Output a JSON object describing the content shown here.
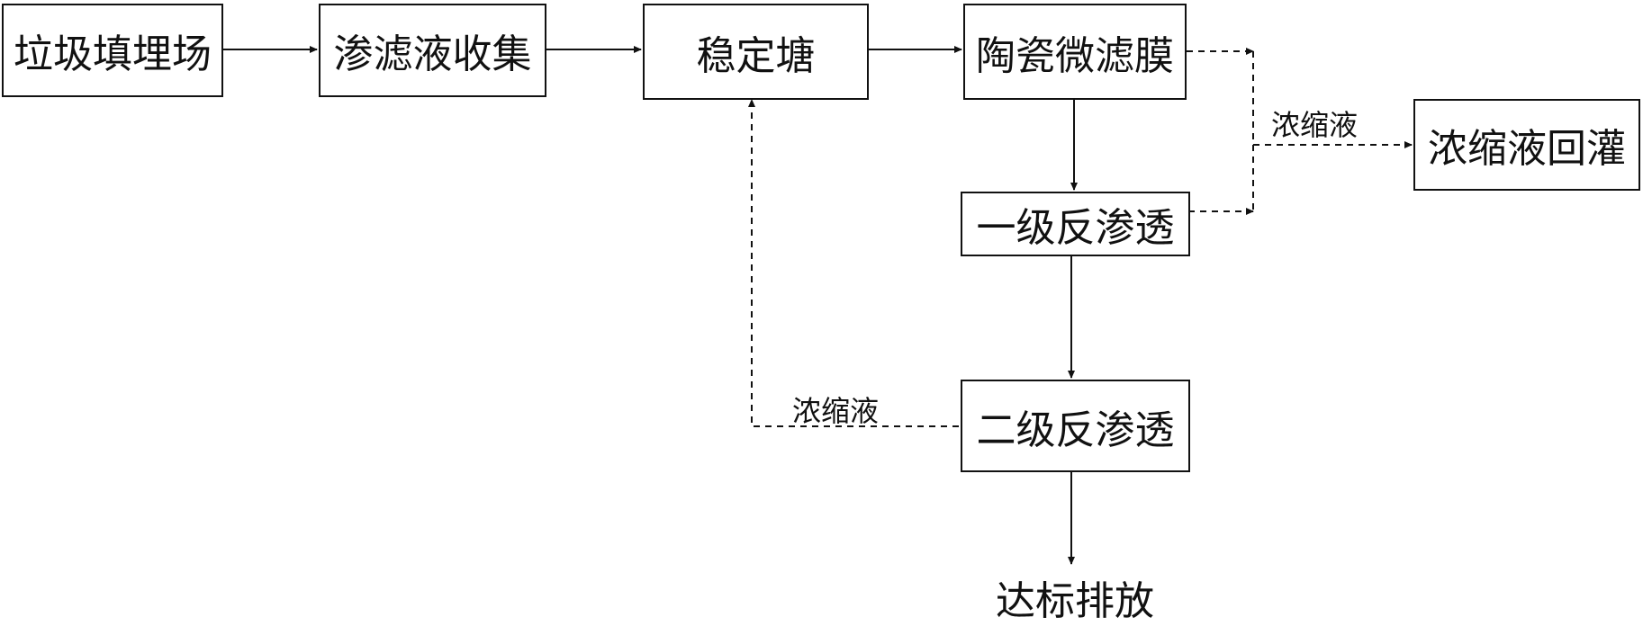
{
  "nodes": {
    "landfill": "垃圾填埋场",
    "leachate_collection": "渗滤液收集",
    "stabilization_pond": "稳定塘",
    "ceramic_microfiltration": "陶瓷微滤膜",
    "concentrate_recirculation": "浓缩液回灌",
    "ro_stage1": "一级反渗透",
    "ro_stage2": "二级反渗透"
  },
  "labels": {
    "concentrate_right": "浓缩液",
    "concentrate_left": "浓缩液"
  },
  "output": "达标排放"
}
